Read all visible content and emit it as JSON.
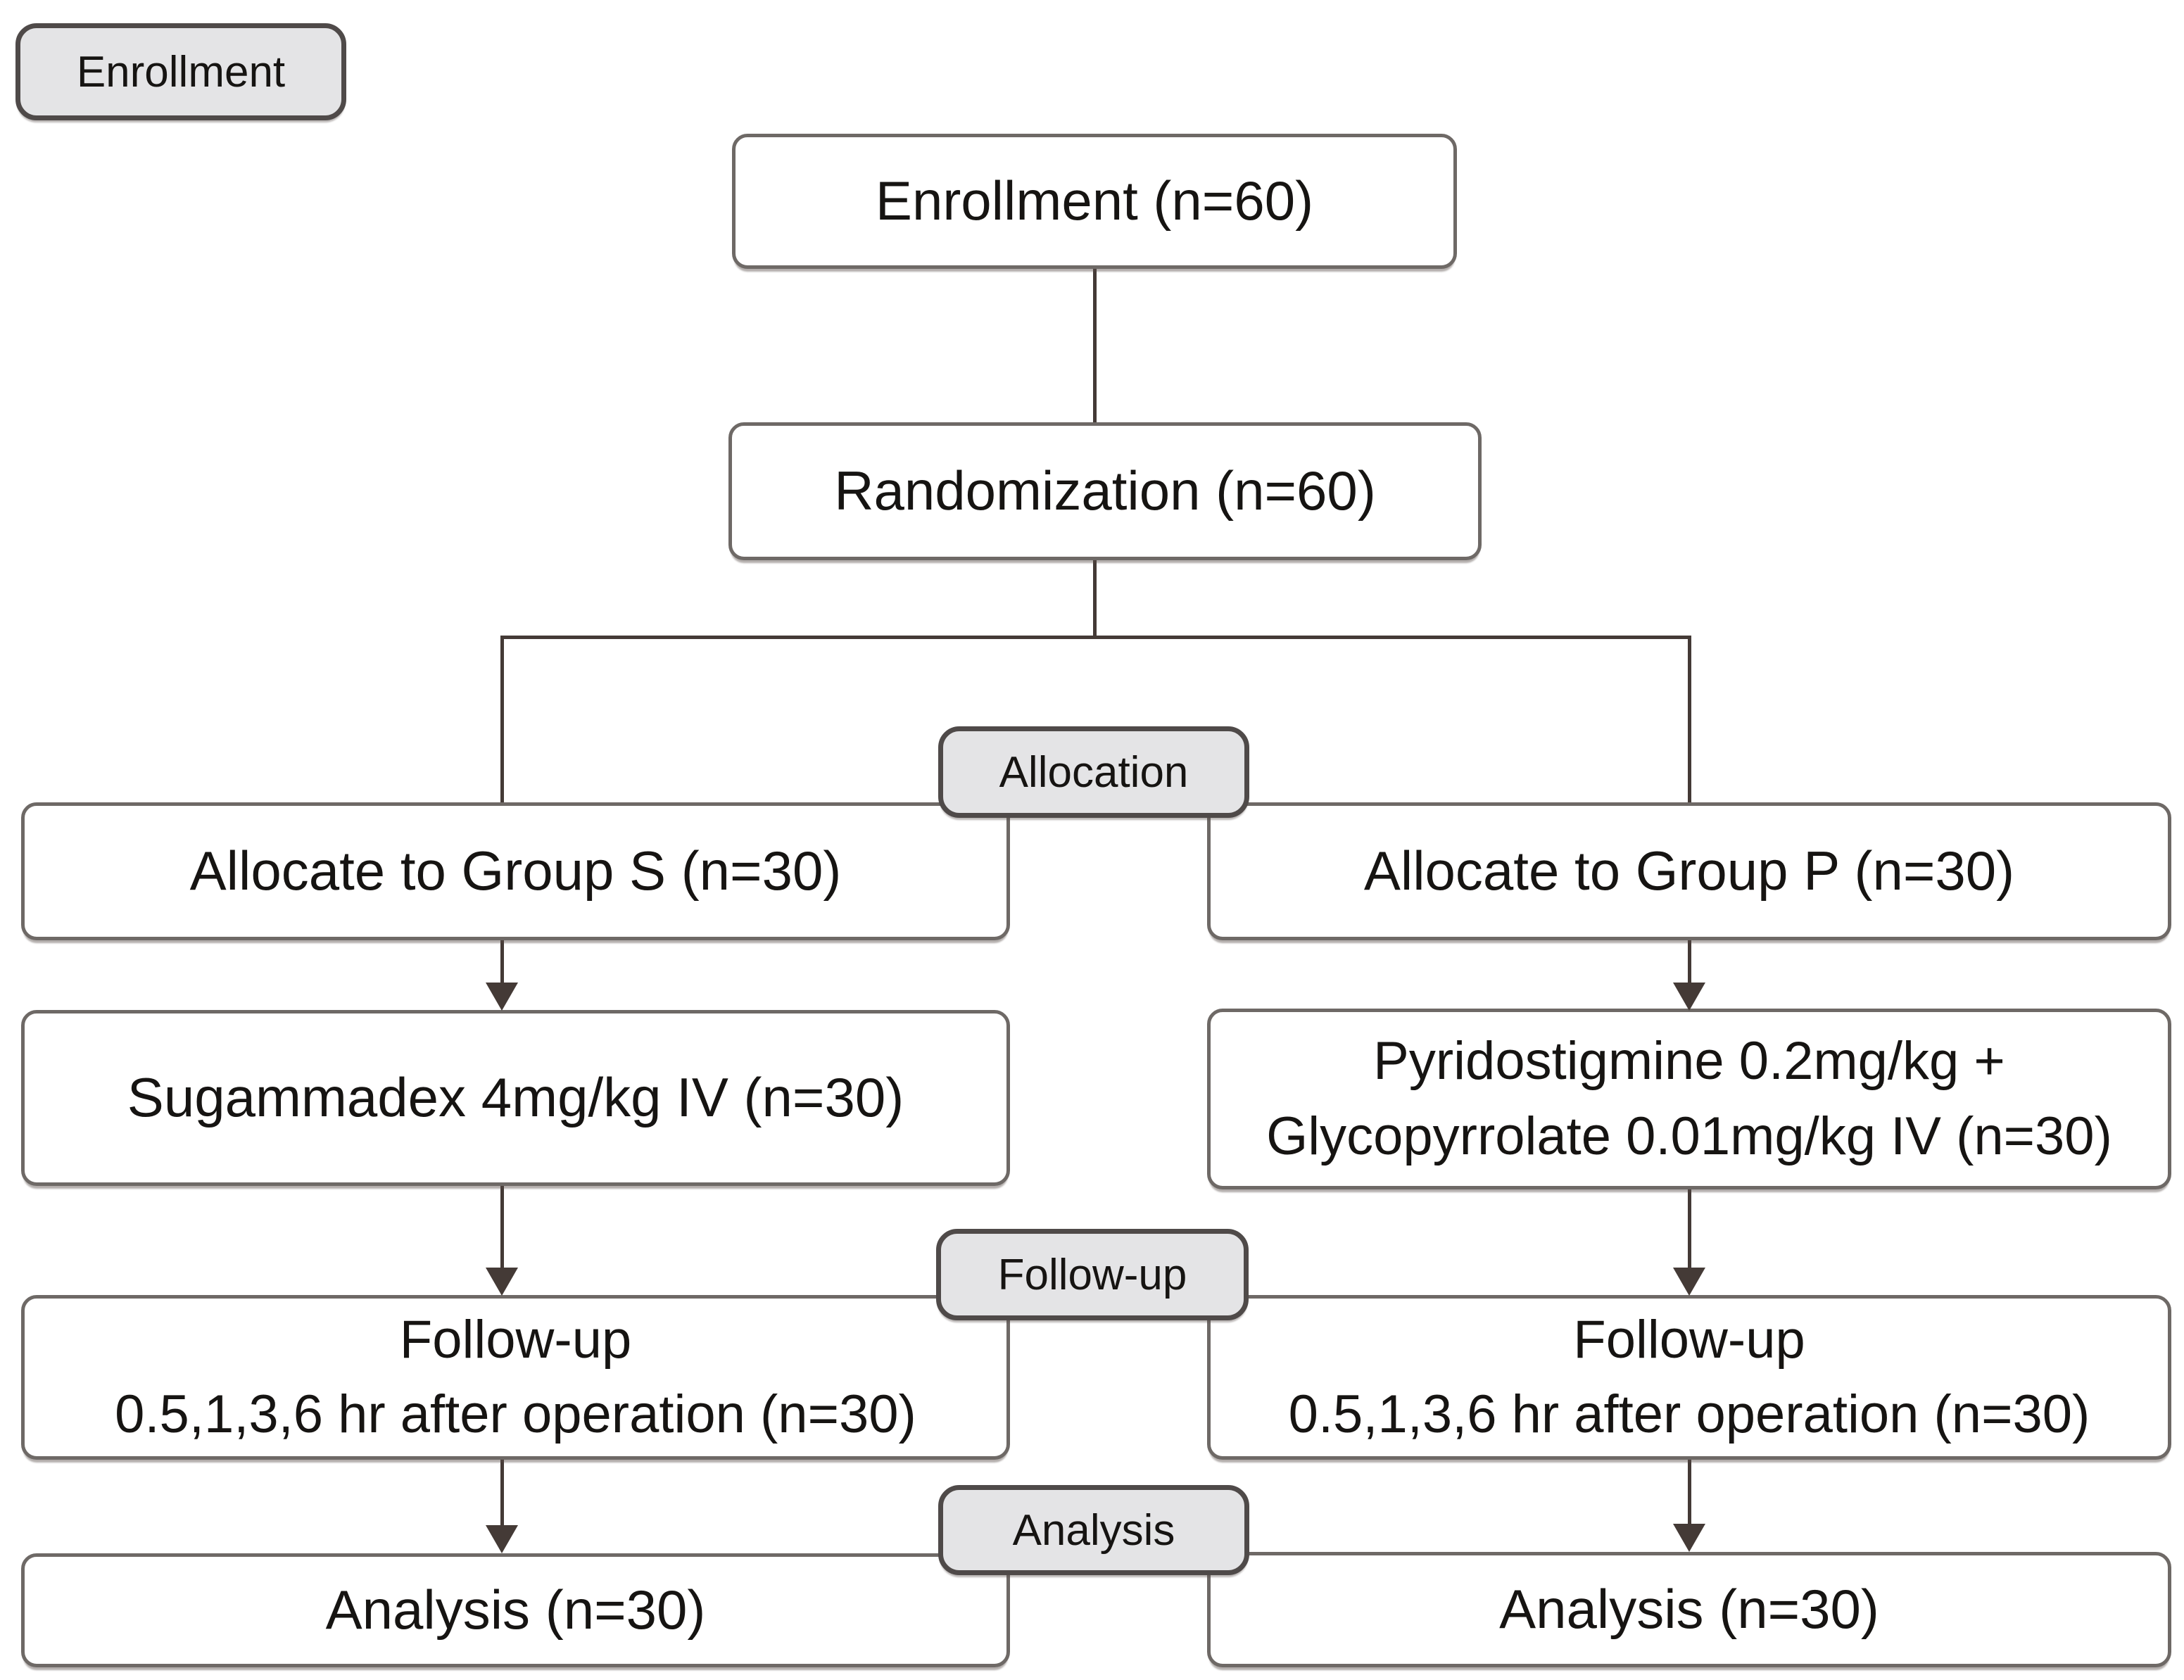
{
  "diagram": {
    "type": "consort-flowchart",
    "stage_tags": {
      "enrollment": "Enrollment",
      "allocation": "Allocation",
      "followup": "Follow-up",
      "analysis": "Analysis"
    },
    "nodes": {
      "enrollment": {
        "label": "Enrollment (n=60)"
      },
      "randomization": {
        "label": "Randomization (n=60)"
      },
      "allocate_group_s": {
        "label": "Allocate to Group S (n=30)"
      },
      "allocate_group_p": {
        "label": "Allocate to Group P (n=30)"
      },
      "intervention_s": {
        "label": "Sugammadex 4mg/kg IV (n=30)"
      },
      "intervention_p": {
        "line1": "Pyridostigmine 0.2mg/kg +",
        "line2": "Glycopyrrolate 0.01mg/kg IV (n=30)"
      },
      "followup_s": {
        "line1": "Follow-up",
        "line2": "0.5,1,3,6 hr after operation (n=30)"
      },
      "followup_p": {
        "line1": "Follow-up",
        "line2": "0.5,1,3,6 hr after operation (n=30)"
      },
      "analysis_s": {
        "label": "Analysis (n=30)"
      },
      "analysis_p": {
        "label": "Analysis (n=30)"
      }
    },
    "colors": {
      "tag_fill": "#e4e4e6",
      "tag_border": "#4f4a49",
      "box_fill": "#ffffff",
      "box_border": "#6e6966",
      "line_color": "#443a36",
      "text_color": "#161412"
    }
  }
}
